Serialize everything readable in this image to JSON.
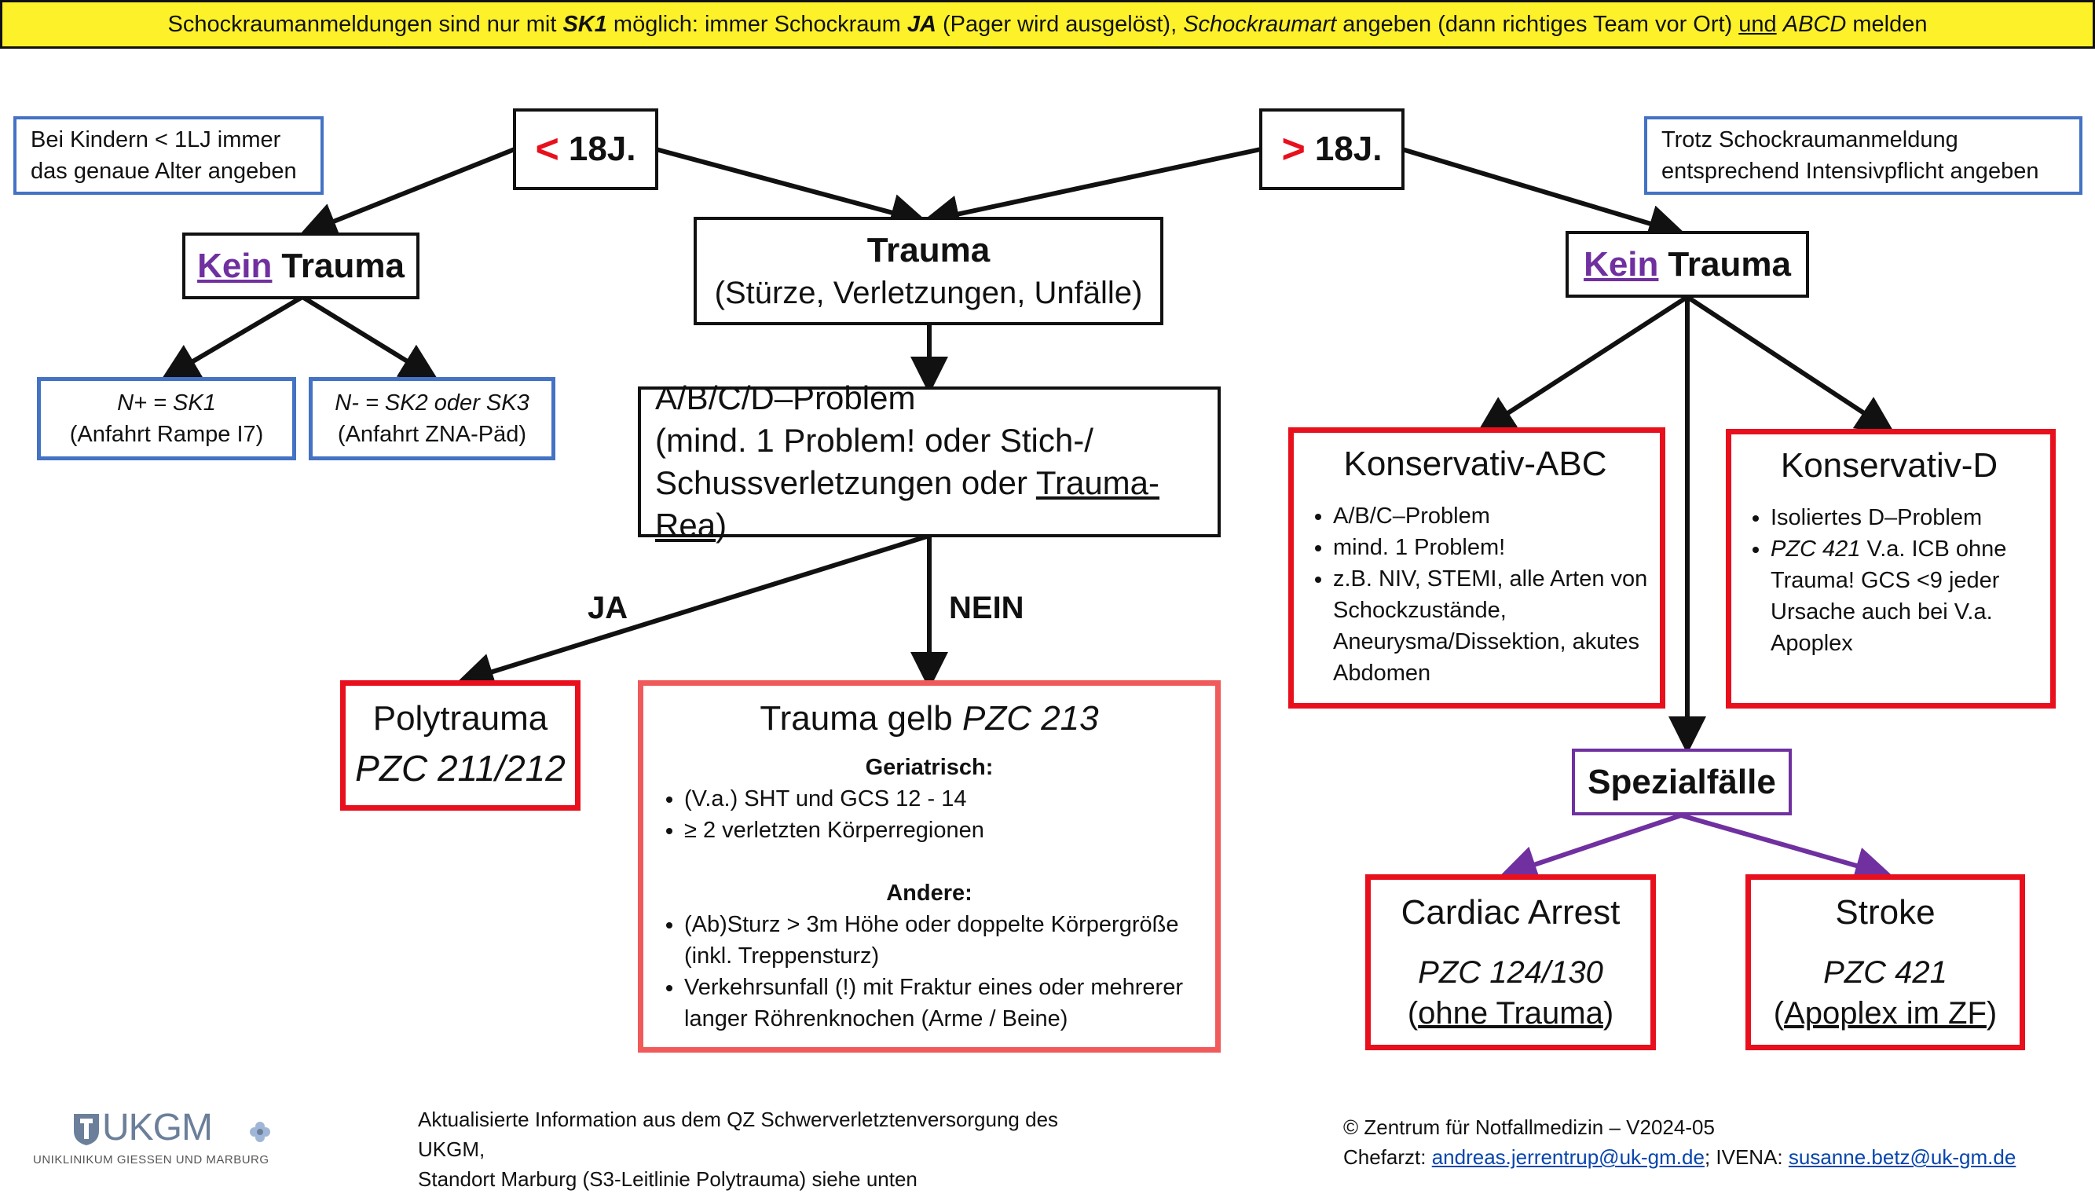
{
  "banner": {
    "p1": "Schockraumanmeldungen sind nur mit ",
    "b1": "SK1",
    "p2": " möglich: immer Schockraum ",
    "b2": "JA",
    "p3": " (Pager wird ausgelöst), ",
    "i1": "Schockraumart",
    "p4": " angeben (dann richtiges Team vor Ort) ",
    "u1": "und",
    "p5": " ",
    "i2": "ABCD",
    "p6": " melden"
  },
  "notes": {
    "kinder_line1": "Bei Kindern < 1LJ immer",
    "kinder_line2": "das genaue Alter angeben",
    "intensiv_line1": "Trotz Schockraumanmeldung",
    "intensiv_line2": "entsprechend Intensivpflicht angeben"
  },
  "age": {
    "under_symbol": "<",
    "under_label": "18J.",
    "over_symbol": ">",
    "over_label": "18J."
  },
  "kein_trauma": {
    "kein": "Kein",
    "trauma": "Trauma"
  },
  "trauma": {
    "title": "Trauma",
    "subtitle": "(Stürze, Verletzungen, Unfälle)"
  },
  "children": {
    "nplus_label": "N+ = SK1",
    "nplus_sub": "(Anfahrt Rampe I7)",
    "nminus_label": "N- = SK2 oder SK3",
    "nminus_sub": "(Anfahrt ZNA-Päd)"
  },
  "abcd": {
    "line1": "A/B/C/D–Problem",
    "line2": "(mind. 1 Problem! oder Stich-/",
    "line3a": "Schussverletzungen oder ",
    "line3b": "Trauma-Rea",
    "line3c": ")"
  },
  "labels": {
    "ja": "JA",
    "nein": "NEIN"
  },
  "polytrauma": {
    "title": "Polytrauma",
    "code": "PZC 211/212"
  },
  "trauma_gelb": {
    "title": "Trauma gelb ",
    "code": "PZC 213",
    "geriatrisch_heading": "Geriatrisch:",
    "geriatrisch_items": [
      "(V.a.) SHT und GCS 12 - 14",
      "≥ 2 verletzten Körperregionen"
    ],
    "andere_heading": "Andere:",
    "andere_items": [
      "(Ab)Sturz > 3m Höhe oder doppelte Körpergröße (inkl. Treppensturz)",
      "Verkehrsunfall (!) mit Fraktur eines oder mehrerer langer Röhrenknochen (Arme / Beine)"
    ]
  },
  "konservativ_abc": {
    "title": "Konservativ-ABC",
    "items": [
      "A/B/C–Problem",
      "mind. 1 Problem!",
      "z.B. NIV, STEMI, alle Arten von Schockzustände, Aneurysma/Dissektion, akutes Abdomen"
    ]
  },
  "konservativ_d": {
    "title": "Konservativ-D",
    "item1": "Isoliertes D–Problem",
    "item2_code": "PZC 421",
    "item2_rest": " V.a. ICB ohne Trauma! GCS <9 jeder Ursache auch bei V.a. Apoplex"
  },
  "spezialfaelle": {
    "title": "Spezialfälle"
  },
  "cardiac_arrest": {
    "title": "Cardiac Arrest",
    "code": "PZC 124/130",
    "sub_open": "(",
    "sub_u": "ohne Trauma",
    "sub_close": ")"
  },
  "stroke": {
    "title": "Stroke",
    "code": "PZC 421",
    "sub_open": "(",
    "sub_u": "Apoplex im ZF",
    "sub_close": ")"
  },
  "footer": {
    "logo_text": "UKGM",
    "logo_sub": "UNIKLINIKUM GIESSEN UND MARBURG",
    "info_line1": "Aktualisierte Information aus dem QZ Schwerverletztenversorgung des UKGM,",
    "info_line2": "Standort Marburg (S3-Leitlinie Polytrauma)  siehe unten",
    "copyright": "© Zentrum für Notfallmedizin – V2024-05",
    "chefarzt_label": "Chefarzt: ",
    "chefarzt_email": "andreas.jerrentrup@uk-gm.de",
    "ivena_label": "; IVENA: ",
    "ivena_email": "susanne.betz@uk-gm.de"
  },
  "colors": {
    "banner_bg": "#fdf22a",
    "red": "#e8101d",
    "blue": "#4472c4",
    "purple": "#7030a0",
    "light_red": "#f05a5a"
  }
}
